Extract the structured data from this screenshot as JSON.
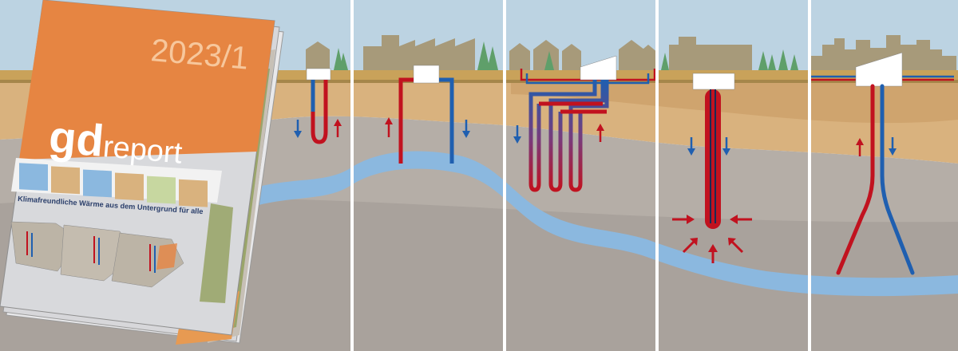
{
  "magazine": {
    "issue": "2023/1",
    "logo_bold": "gd",
    "logo_light": "report",
    "subtitle": "Klimafreundliche Wärme aus dem Untergrund für alle"
  },
  "colors": {
    "sky": "#bcd3e2",
    "surface": "#c9a25a",
    "soil": "#d9b27e",
    "rock_light": "#b5aea7",
    "rock_dark": "#a9a29c",
    "aquifer": "#8bb8df",
    "pipe_hot": "#c1121f",
    "pipe_cold": "#1f5fb0",
    "building": "#a79a7a",
    "cover_orange": "#e68542"
  },
  "panel_icons": [
    "shallow-borehole-heat-exchanger-icon",
    "groundwater-well-pair-icon",
    "borehole-field-icon",
    "deep-borehole-heat-exchanger-icon",
    "hydrothermal-doublet-icon"
  ]
}
